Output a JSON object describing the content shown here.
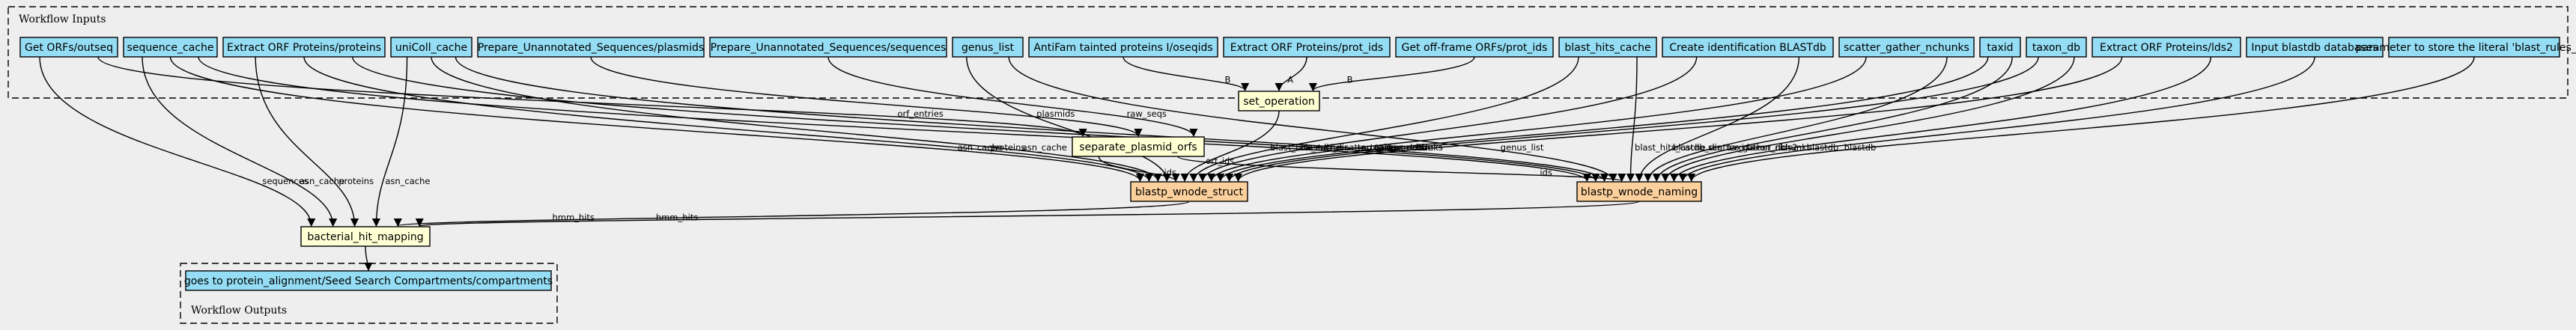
{
  "clusters": {
    "inputs_label": "Workflow Inputs",
    "outputs_label": "Workflow Outputs"
  },
  "colors": {
    "background": "#eeeeee",
    "input_node": "#94ddf4",
    "step_node": "#ffffd4",
    "step_node_alt": "#fcd09c",
    "output_node": "#94ddf4",
    "stroke": "#000000"
  },
  "nodes": [
    {
      "id": "get_orfs",
      "label": "Get ORFs/outseq",
      "kind": "input"
    },
    {
      "id": "sequence_cache",
      "label": "sequence_cache",
      "kind": "input"
    },
    {
      "id": "extract_proteins",
      "label": "Extract ORF Proteins/proteins",
      "kind": "input"
    },
    {
      "id": "uniColl_cache",
      "label": "uniColl_cache",
      "kind": "input"
    },
    {
      "id": "prep_plasmids",
      "label": "Prepare_Unannotated_Sequences/plasmids",
      "kind": "input"
    },
    {
      "id": "prep_sequences",
      "label": "Prepare_Unannotated_Sequences/sequences",
      "kind": "input"
    },
    {
      "id": "genus_list",
      "label": "genus_list",
      "kind": "input"
    },
    {
      "id": "antifam",
      "label": "AntiFam tainted proteins I/oseqids",
      "kind": "input"
    },
    {
      "id": "extract_prot_ids",
      "label": "Extract ORF Proteins/prot_ids",
      "kind": "input"
    },
    {
      "id": "get_offframe",
      "label": "Get off-frame ORFs/prot_ids",
      "kind": "input"
    },
    {
      "id": "blast_hits_cache",
      "label": "blast_hits_cache",
      "kind": "input"
    },
    {
      "id": "create_blastdb",
      "label": "Create identification BLASTdb",
      "kind": "input"
    },
    {
      "id": "scatter_gather",
      "label": "scatter_gather_nchunks",
      "kind": "input"
    },
    {
      "id": "taxid",
      "label": "taxid",
      "kind": "input"
    },
    {
      "id": "taxon_db",
      "label": "taxon_db",
      "kind": "input"
    },
    {
      "id": "extract_lds2",
      "label": "Extract ORF Proteins/lds2",
      "kind": "input"
    },
    {
      "id": "input_blastdb",
      "label": "Input blastdb databases",
      "kind": "input"
    },
    {
      "id": "param_literal",
      "label": "parameter to store the literal 'blast_rules_db'",
      "kind": "input"
    },
    {
      "id": "set_operation",
      "label": "set_operation",
      "kind": "step"
    },
    {
      "id": "separate_plasmid_orfs",
      "label": "separate_plasmid_orfs",
      "kind": "step"
    },
    {
      "id": "blastp_wnode_struct",
      "label": "blastp_wnode_struct",
      "kind": "step_alt"
    },
    {
      "id": "blastp_wnode_naming",
      "label": "blastp_wnode_naming",
      "kind": "step_alt"
    },
    {
      "id": "bacterial_hit_mapping",
      "label": "bacterial_hit_mapping",
      "kind": "step"
    },
    {
      "id": "output_compartments",
      "label": "goes to protein_alignment/Seed Search Compartments/compartments",
      "kind": "output"
    }
  ],
  "edges": [
    {
      "from": "get_orfs",
      "to": "bacterial_hit_mapping",
      "label": "sequences"
    },
    {
      "from": "get_orfs",
      "to": "separate_plasmid_orfs",
      "label": "orf_entries"
    },
    {
      "from": "sequence_cache",
      "to": "bacterial_hit_mapping",
      "label": "asn_cache"
    },
    {
      "from": "sequence_cache",
      "to": "blastp_wnode_struct",
      "label": "asn_cache"
    },
    {
      "from": "sequence_cache",
      "to": "blastp_wnode_naming",
      "label": ""
    },
    {
      "from": "extract_proteins",
      "to": "bacterial_hit_mapping",
      "label": "proteins"
    },
    {
      "from": "extract_proteins",
      "to": "blastp_wnode_struct",
      "label": "proteins"
    },
    {
      "from": "extract_proteins",
      "to": "blastp_wnode_naming",
      "label": "proteins"
    },
    {
      "from": "uniColl_cache",
      "to": "bacterial_hit_mapping",
      "label": "asn_cache"
    },
    {
      "from": "uniColl_cache",
      "to": "blastp_wnode_struct",
      "label": "asn_cache"
    },
    {
      "from": "uniColl_cache",
      "to": "blastp_wnode_naming",
      "label": "asn_cache"
    },
    {
      "from": "prep_plasmids",
      "to": "separate_plasmid_orfs",
      "label": "plasmids"
    },
    {
      "from": "prep_sequences",
      "to": "separate_plasmid_orfs",
      "label": "raw_seqs"
    },
    {
      "from": "genus_list",
      "to": "blastp_wnode_struct",
      "label": "genus_list"
    },
    {
      "from": "genus_list",
      "to": "blastp_wnode_naming",
      "label": "genus_list"
    },
    {
      "from": "antifam",
      "to": "set_operation",
      "label": "B"
    },
    {
      "from": "extract_prot_ids",
      "to": "set_operation",
      "label": "A"
    },
    {
      "from": "get_offframe",
      "to": "set_operation",
      "label": "B"
    },
    {
      "from": "blast_hits_cache",
      "to": "blastp_wnode_struct",
      "label": "blast_hits_cache"
    },
    {
      "from": "blast_hits_cache",
      "to": "blastp_wnode_naming",
      "label": "blast_hits_cache"
    },
    {
      "from": "create_blastdb",
      "to": "blastp_wnode_struct",
      "label": "blastdb_dir"
    },
    {
      "from": "create_blastdb",
      "to": "blastp_wnode_naming",
      "label": "blastdb_dir"
    },
    {
      "from": "scatter_gather",
      "to": "blastp_wnode_struct",
      "label": "scatter_gather_nchunks"
    },
    {
      "from": "scatter_gather",
      "to": "blastp_wnode_naming",
      "label": "scatter_gather_nchunks"
    },
    {
      "from": "taxid",
      "to": "blastp_wnode_struct",
      "label": "taxid"
    },
    {
      "from": "taxid",
      "to": "blastp_wnode_naming",
      "label": "taxid"
    },
    {
      "from": "taxon_db",
      "to": "blastp_wnode_struct",
      "label": "taxon_db"
    },
    {
      "from": "taxon_db",
      "to": "blastp_wnode_naming",
      "label": "taxon_db"
    },
    {
      "from": "extract_lds2",
      "to": "blastp_wnode_struct",
      "label": "lds2"
    },
    {
      "from": "extract_lds2",
      "to": "blastp_wnode_naming",
      "label": "lds2"
    },
    {
      "from": "input_blastdb",
      "to": "blastp_wnode_naming",
      "label": "blastdb"
    },
    {
      "from": "param_literal",
      "to": "blastp_wnode_naming",
      "label": "blastdb"
    },
    {
      "from": "set_operation",
      "to": "blastp_wnode_struct",
      "label": "orf_ids"
    },
    {
      "from": "separate_plasmid_orfs",
      "to": "blastp_wnode_struct",
      "label": "ids"
    },
    {
      "from": "separate_plasmid_orfs",
      "to": "blastp_wnode_naming",
      "label": "ids"
    },
    {
      "from": "blastp_wnode_struct",
      "to": "bacterial_hit_mapping",
      "label": "hmm_hits"
    },
    {
      "from": "blastp_wnode_naming",
      "to": "bacterial_hit_mapping",
      "label": "hmm_hits"
    },
    {
      "from": "bacterial_hit_mapping",
      "to": "output_compartments",
      "label": ""
    }
  ]
}
